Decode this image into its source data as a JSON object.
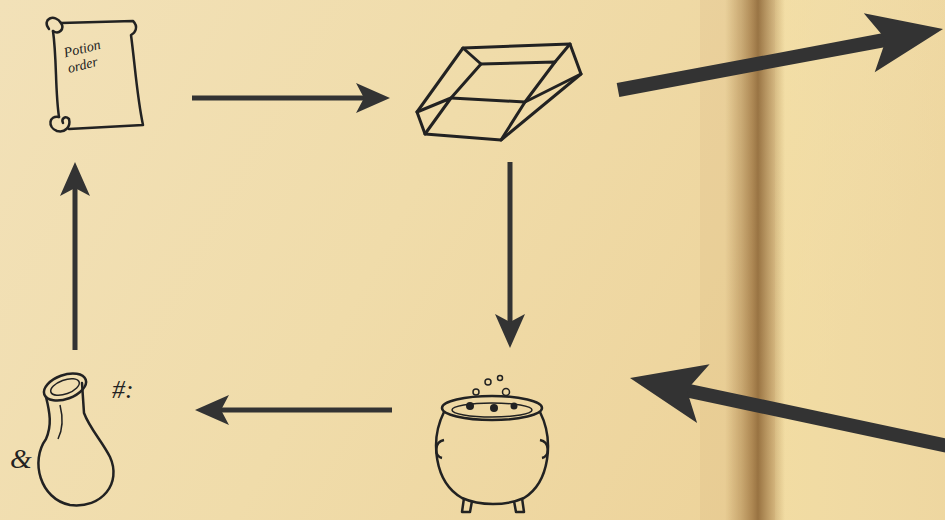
{
  "diagram": {
    "nodes": [
      {
        "text": [
          "Potion order"
        ]
      },
      {
        "text": []
      },
      {
        "text": []
      },
      {
        "text": [
          "&",
          "#:"
        ]
      }
    ],
    "edges": [
      {
        "from": 0,
        "to": 1,
        "arrow": "to"
      },
      {
        "from": 1,
        "to": 2,
        "arrow": "to"
      },
      {
        "from": 2,
        "to": 3,
        "arrow": "to"
      },
      {
        "from": 3,
        "to": 0,
        "arrow": "to"
      }
    ]
  }
}
